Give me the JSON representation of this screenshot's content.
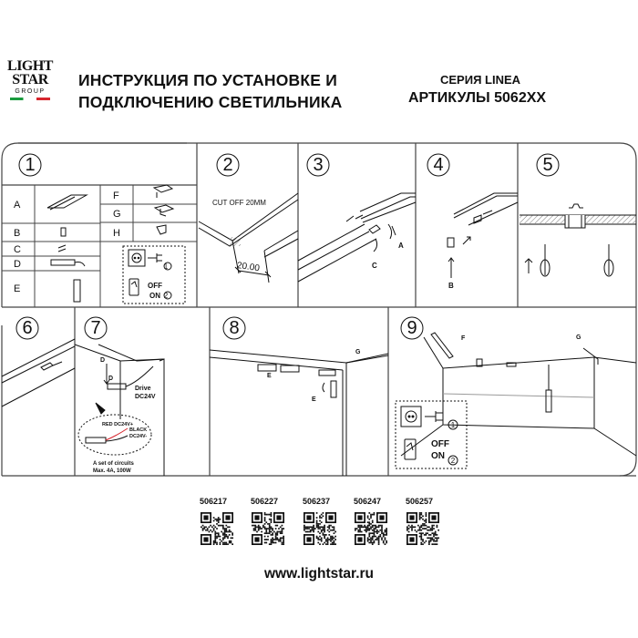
{
  "brand": {
    "line1": "LIGHT",
    "line2": "STAR",
    "line3": "GROUP"
  },
  "header": {
    "title_line1": "ИНСТРУКЦИЯ ПО УСТАНОВКЕ И",
    "title_line2": "ПОДКЛЮЧЕНИЮ СВЕТИЛЬНИКА",
    "series": "СЕРИЯ LINEA",
    "articles": "АРТИКУЛЫ 5062XX"
  },
  "steps": [
    "1",
    "2",
    "3",
    "4",
    "5",
    "6",
    "7",
    "8",
    "9"
  ],
  "parts": [
    "A",
    "B",
    "C",
    "D",
    "E",
    "F",
    "G",
    "H"
  ],
  "step2": {
    "cut_label": "CUT OFF 20MM",
    "dimension": "20.00"
  },
  "step3": {
    "label_a": "A",
    "label_c": "C"
  },
  "step4": {
    "label_b": "B"
  },
  "switch": {
    "off": "OFF",
    "on": "ON",
    "n1": "1",
    "n2": "2"
  },
  "step7": {
    "d_upper": "D",
    "d_lower": "D",
    "drive_l1": "Drive",
    "drive_l2": "DC24V",
    "red": "RED DC24V+",
    "black_l1": "BLACK",
    "black_l2": "DC24V-",
    "note_l1": "A set of circuits",
    "note_l2": "Max. 4A, 100W"
  },
  "step8": {
    "g": "G",
    "e1": "E",
    "e2": "E"
  },
  "step9": {
    "f": "F",
    "g": "G"
  },
  "codes": [
    "506217",
    "506227",
    "506237",
    "506247",
    "506257"
  ],
  "website": "www.lightstar.ru",
  "colors": {
    "ink": "#111111",
    "frame": "#444444",
    "grey": "#9a9a9a",
    "flag_green": "#1a9b3e",
    "flag_red": "#d7262e"
  }
}
